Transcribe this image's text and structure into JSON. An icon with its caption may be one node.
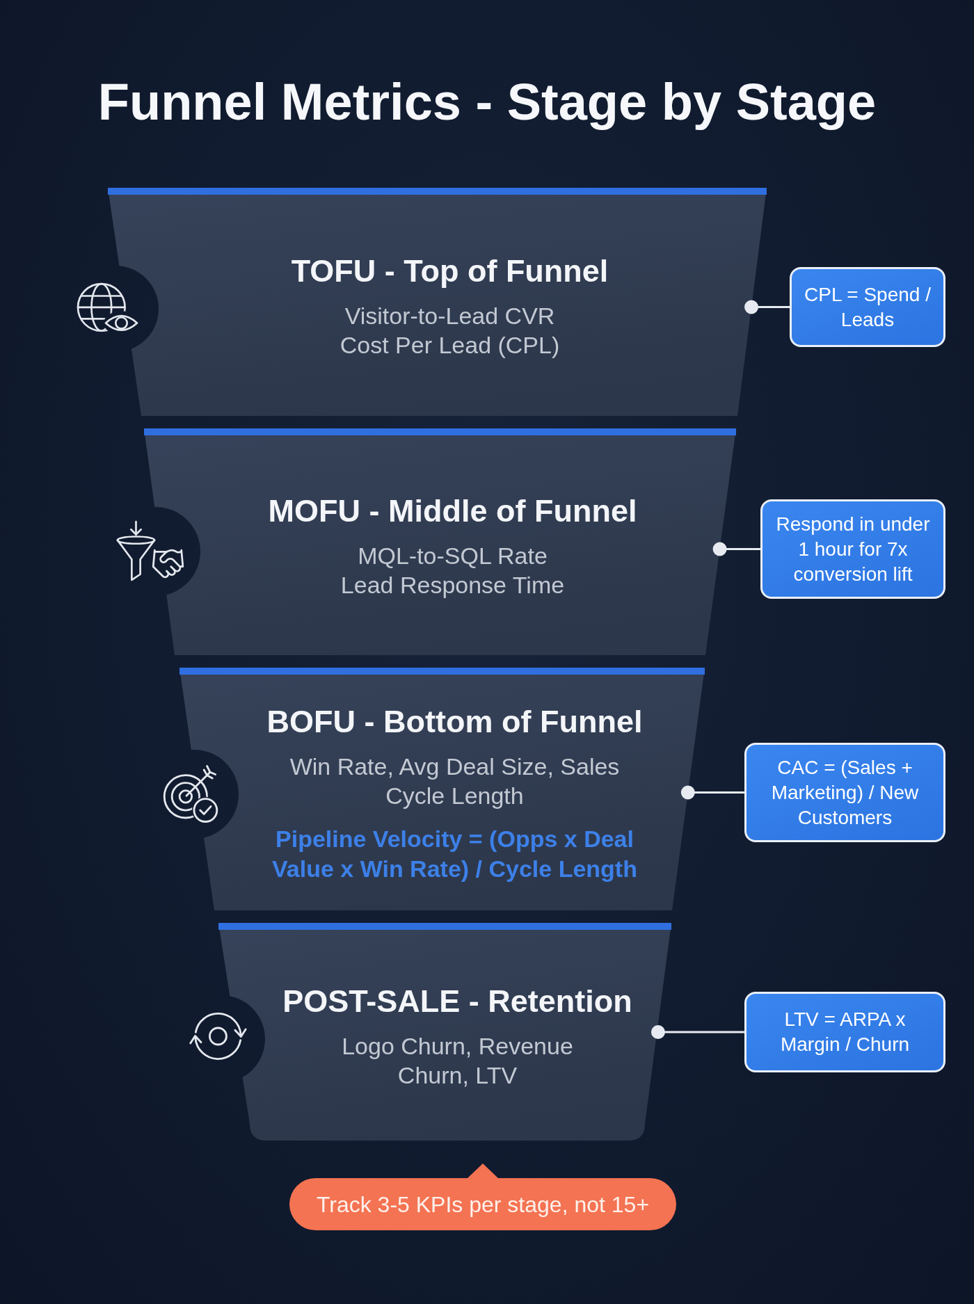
{
  "diagram": {
    "title": "Funnel Metrics - Stage by Stage",
    "nodes": [
      {
        "text": [
          "TOFU - Top of Funnel",
          "Visitor-to-Lead CVR",
          "Cost Per Lead (CPL)"
        ]
      },
      {
        "text": [
          "CPL = Spend / Leads"
        ]
      },
      {
        "text": [
          "MOFU - Middle of Funnel",
          "MQL-to-SQL Rate",
          "Lead Response Time"
        ]
      },
      {
        "text": [
          "Respond in under 1 hour for 7x conversion lift"
        ]
      },
      {
        "text": [
          "BOFU - Bottom of Funnel",
          "Win Rate, Avg Deal Size, Sales Cycle Length",
          "Pipeline Velocity = (Opps x Deal Value x Win Rate) / Cycle Length"
        ]
      },
      {
        "text": [
          "CAC = (Sales + Marketing) / New Customers"
        ]
      },
      {
        "text": [
          "POST-SALE - Retention",
          "Logo Churn, Revenue Churn, LTV"
        ]
      },
      {
        "text": [
          "LTV = ARPA x Margin / Churn"
        ]
      },
      {
        "text": [
          "Track 3-5 KPIs per stage, not 15+"
        ]
      }
    ],
    "edges": [
      {
        "from": 0,
        "to": 1,
        "arrow": "other"
      },
      {
        "from": 2,
        "to": 3,
        "arrow": "other"
      },
      {
        "from": 4,
        "to": 5,
        "arrow": "other"
      },
      {
        "from": 6,
        "to": 7,
        "arrow": "other"
      }
    ]
  }
}
